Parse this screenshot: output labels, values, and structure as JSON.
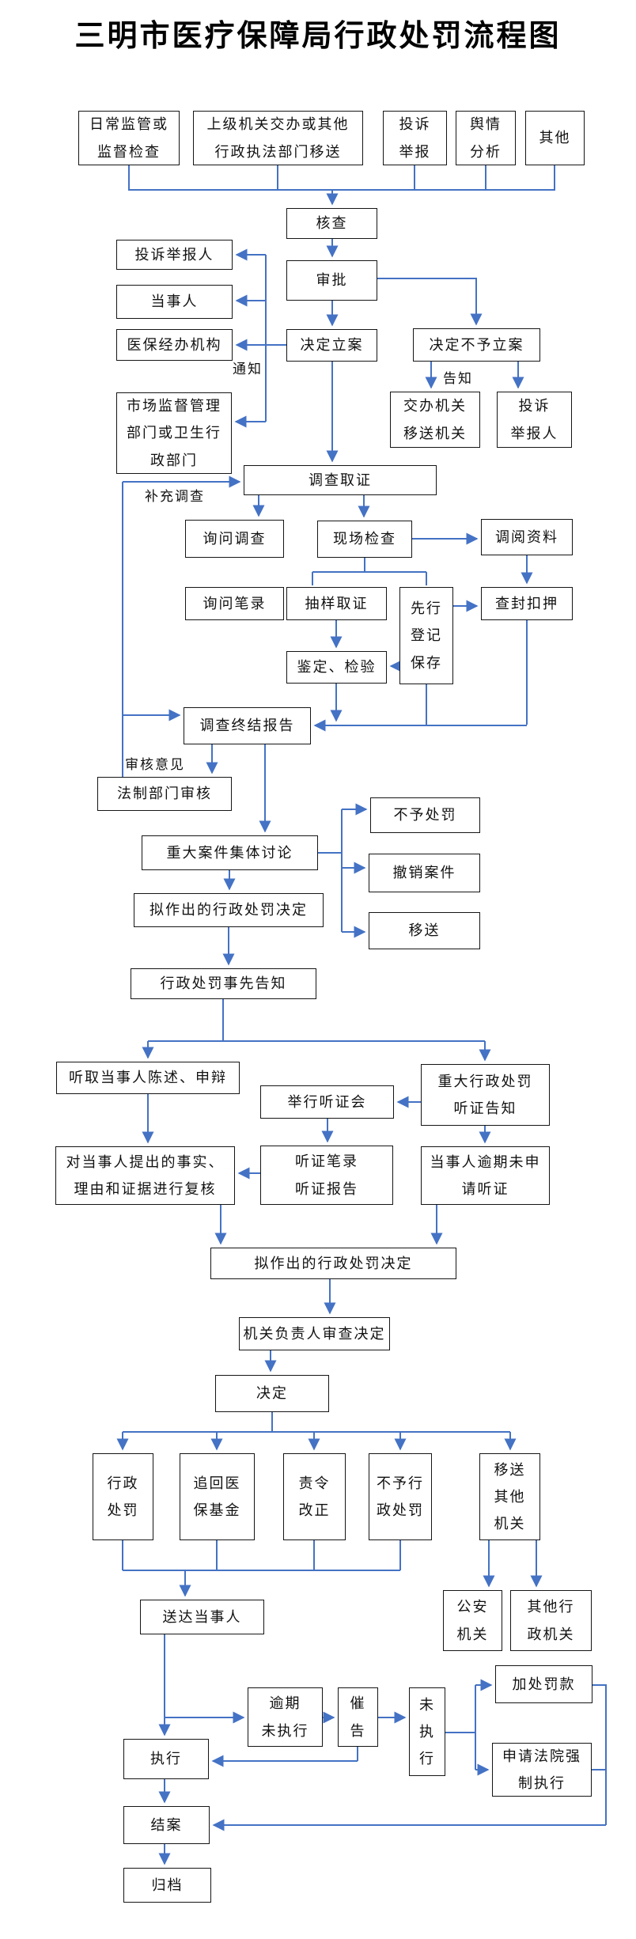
{
  "title": "三明市医疗保障局行政处罚流程图",
  "colors": {
    "line": "#4472C4",
    "box_border": "#151515",
    "text": "#111111",
    "background": "#ffffff"
  },
  "edge_labels": {
    "notify": "通知",
    "inform": "告知",
    "supplementary_investigation": "补充调查",
    "review_opinion": "审核意见"
  },
  "nodes": {
    "daily": {
      "label": "日常监管或\n监督检查"
    },
    "superior": {
      "label": "上级机关交办或其他\n行政执法部门移送"
    },
    "complaint": {
      "label": "投诉\n举报"
    },
    "opinion": {
      "label": "舆情\n分析"
    },
    "other": {
      "label": "其他"
    },
    "hecha": {
      "label": "核查"
    },
    "shenpi": {
      "label": "审批"
    },
    "lian": {
      "label": "决定立案"
    },
    "bulian": {
      "label": "决定不予立案"
    },
    "jiaoban": {
      "label": "交办机关\n移送机关"
    },
    "tousu_r": {
      "label": "投诉\n举报人"
    },
    "tousu_l": {
      "label": "投诉举报人"
    },
    "dangshiren": {
      "label": "当事人"
    },
    "yibao": {
      "label": "医保经办机构"
    },
    "shichang": {
      "label": "市场监督管理\n部门或卫生行\n政部门"
    },
    "diaocha": {
      "label": "调查取证"
    },
    "xunwen1": {
      "label": "询问调查"
    },
    "xianchang": {
      "label": "现场检查"
    },
    "diaoyue": {
      "label": "调阅资料"
    },
    "xunwen2": {
      "label": "询问笔录"
    },
    "chouyang": {
      "label": "抽样取证"
    },
    "xianxing": {
      "label": "先行\n登记\n保存"
    },
    "chafeng": {
      "label": "查封扣押"
    },
    "jianding": {
      "label": "鉴定、检验"
    },
    "zhongjie": {
      "label": "调查终结报告"
    },
    "fazhi": {
      "label": "法制部门审核"
    },
    "zhongda1": {
      "label": "重大案件集体讨论"
    },
    "buyu1": {
      "label": "不予处罚"
    },
    "chexiao": {
      "label": "撤销案件"
    },
    "yisong1": {
      "label": "移送"
    },
    "nizuo1": {
      "label": "拟作出的行政处罚决定"
    },
    "gaozhi_x": {
      "label": "行政处罚事先告知"
    },
    "tingqu": {
      "label": "听取当事人陈述、申辩"
    },
    "juxing": {
      "label": "举行听证会"
    },
    "zhongda2": {
      "label": "重大行政处罚\n听证告知"
    },
    "fuhe": {
      "label": "对当事人提出的事实、\n理由和证据进行复核"
    },
    "bilu": {
      "label": "听证笔录\n听证报告"
    },
    "yuqi1": {
      "label": "当事人逾期未申\n请听证"
    },
    "nizuo2": {
      "label": "拟作出的行政处罚决定"
    },
    "jiguan": {
      "label": "机关负责人审查决定"
    },
    "jueding": {
      "label": "决定"
    },
    "chufa1": {
      "label": "行政\n处罚"
    },
    "zhuihui": {
      "label": "追回医\n保基金"
    },
    "zeling": {
      "label": "责令\n改正"
    },
    "buyu2": {
      "label": "不予行\n政处罚"
    },
    "yisong2": {
      "label": "移送\n其他\n机关"
    },
    "songda": {
      "label": "送达当事人"
    },
    "gongan": {
      "label": "公安\n机关"
    },
    "qita2": {
      "label": "其他行\n政机关"
    },
    "jiachu": {
      "label": "加处罚款"
    },
    "yuqi2": {
      "label": "逾期\n未执行"
    },
    "cuigao": {
      "label": "催\n告"
    },
    "weizhixing": {
      "label": "未\n执\n行"
    },
    "zhixing": {
      "label": "执行"
    },
    "shenqing": {
      "label": "申请法院强\n制执行"
    },
    "jiean": {
      "label": "结案"
    },
    "guidang": {
      "label": "归档"
    }
  }
}
